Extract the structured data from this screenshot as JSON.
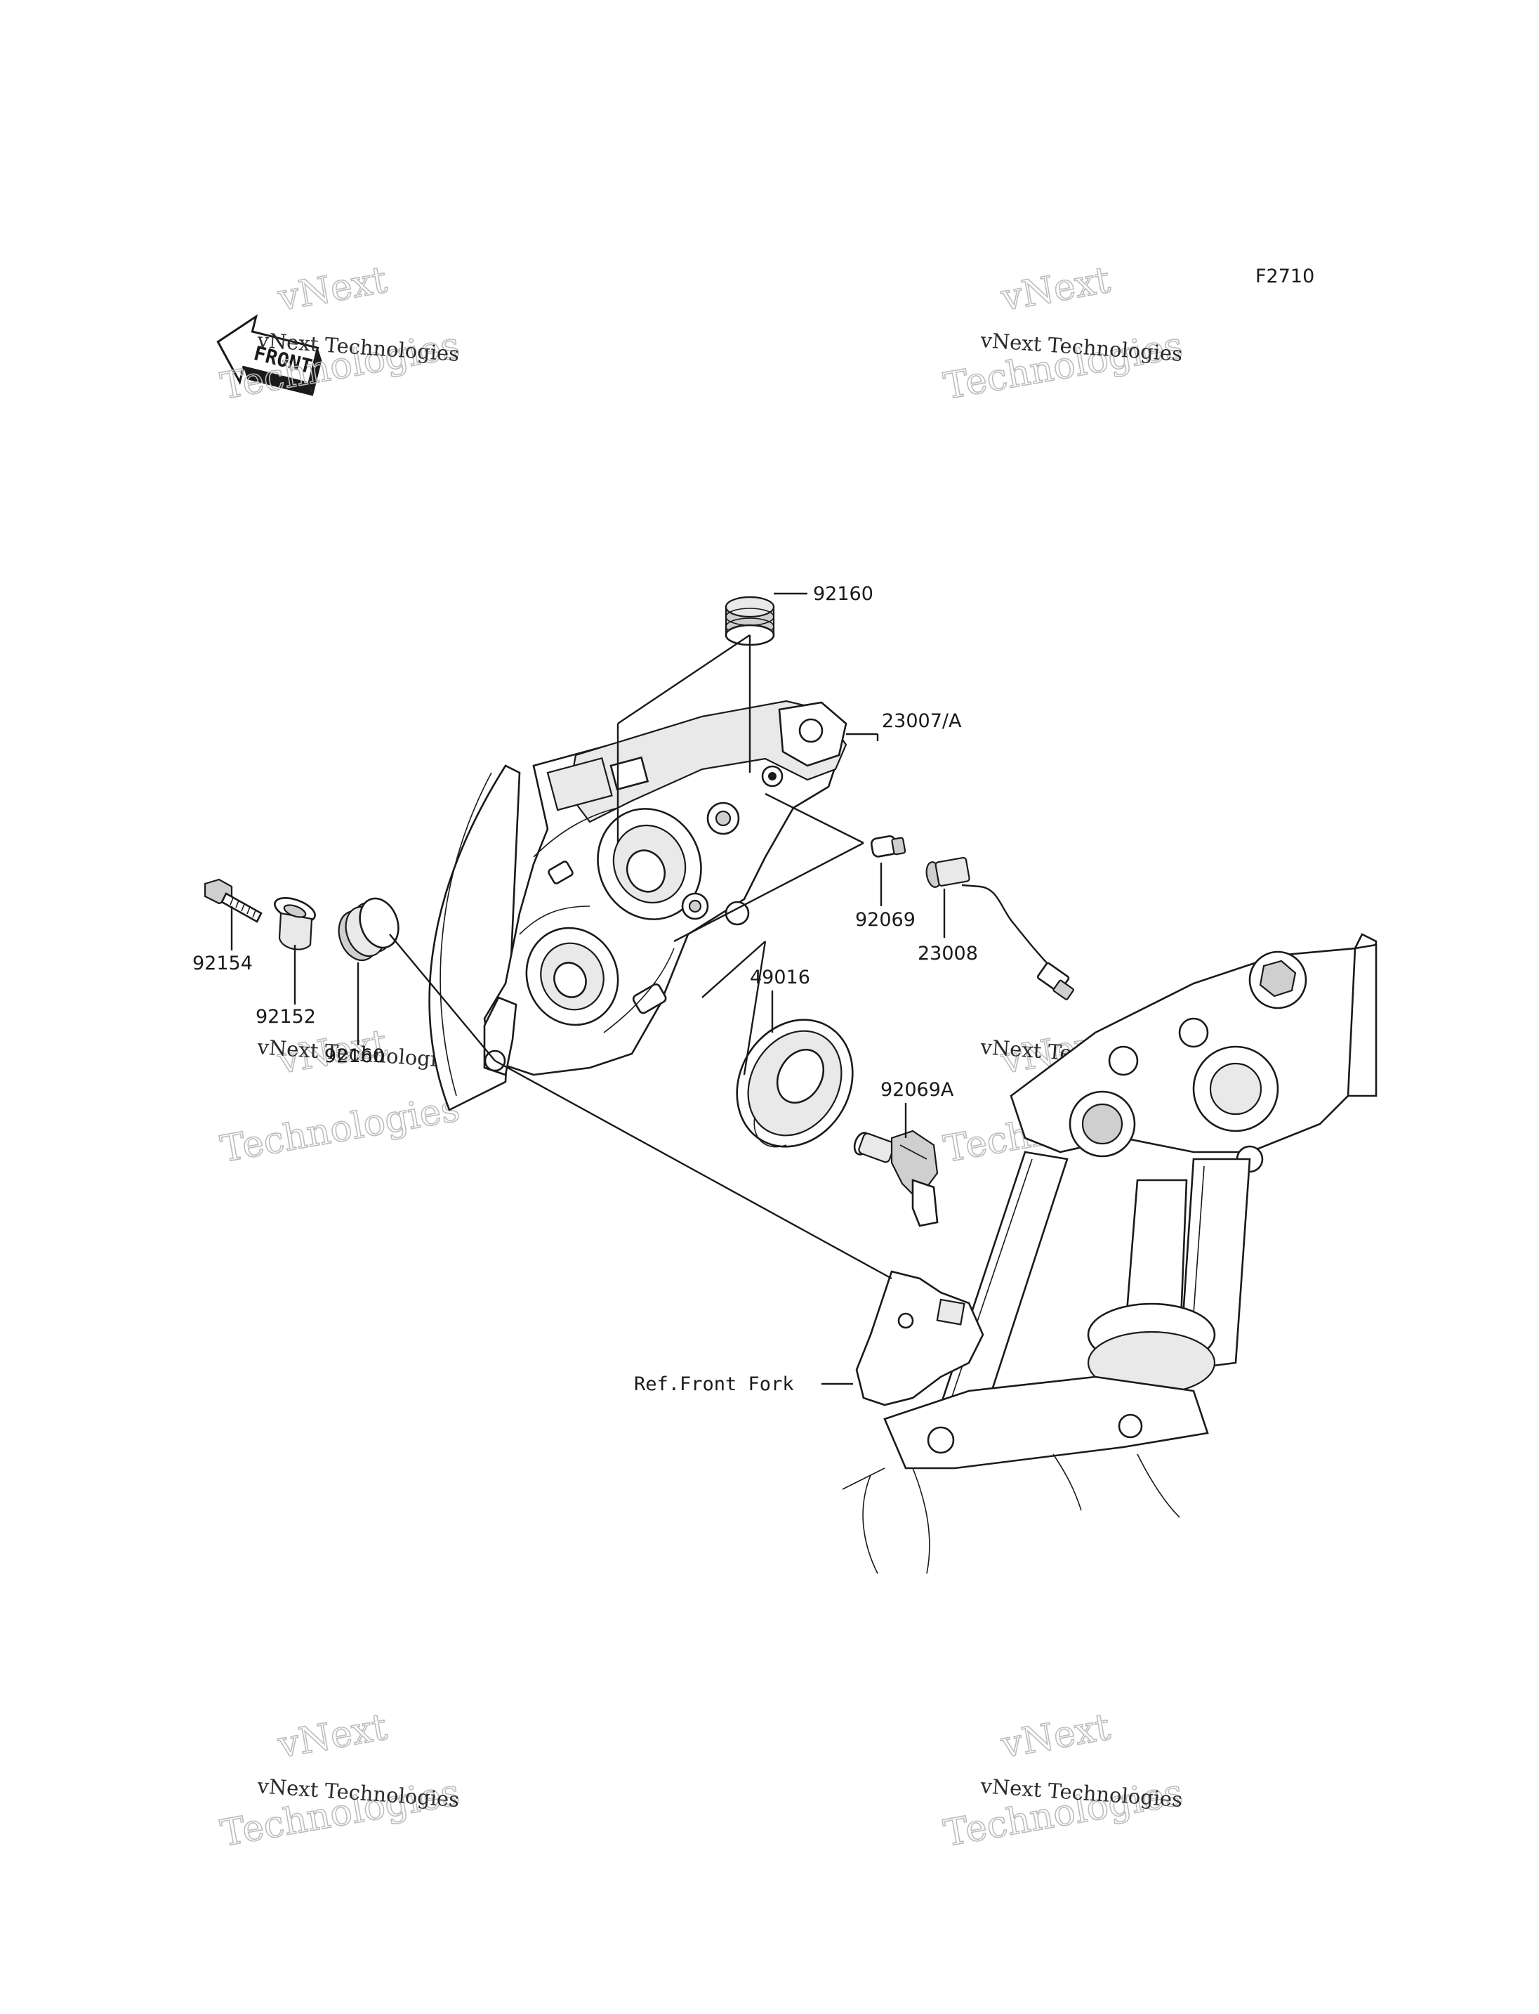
{
  "figure_code": "F2710",
  "front_badge": "FRONT",
  "watermark": {
    "line1": "vNext Technologies",
    "line2": "vNext",
    "line3": "Technologies"
  },
  "parts": [
    {
      "id": "p-92160-top",
      "number": "92160"
    },
    {
      "id": "p-23007",
      "number": "23007/A"
    },
    {
      "id": "p-92069",
      "number": "92069"
    },
    {
      "id": "p-23008",
      "number": "23008"
    },
    {
      "id": "p-49016",
      "number": "49016"
    },
    {
      "id": "p-92069a",
      "number": "92069A"
    },
    {
      "id": "p-92154",
      "number": "92154"
    },
    {
      "id": "p-92152",
      "number": "92152"
    },
    {
      "id": "p-92160-side",
      "number": "92160"
    }
  ],
  "reference_label": "Ref.Front Fork"
}
